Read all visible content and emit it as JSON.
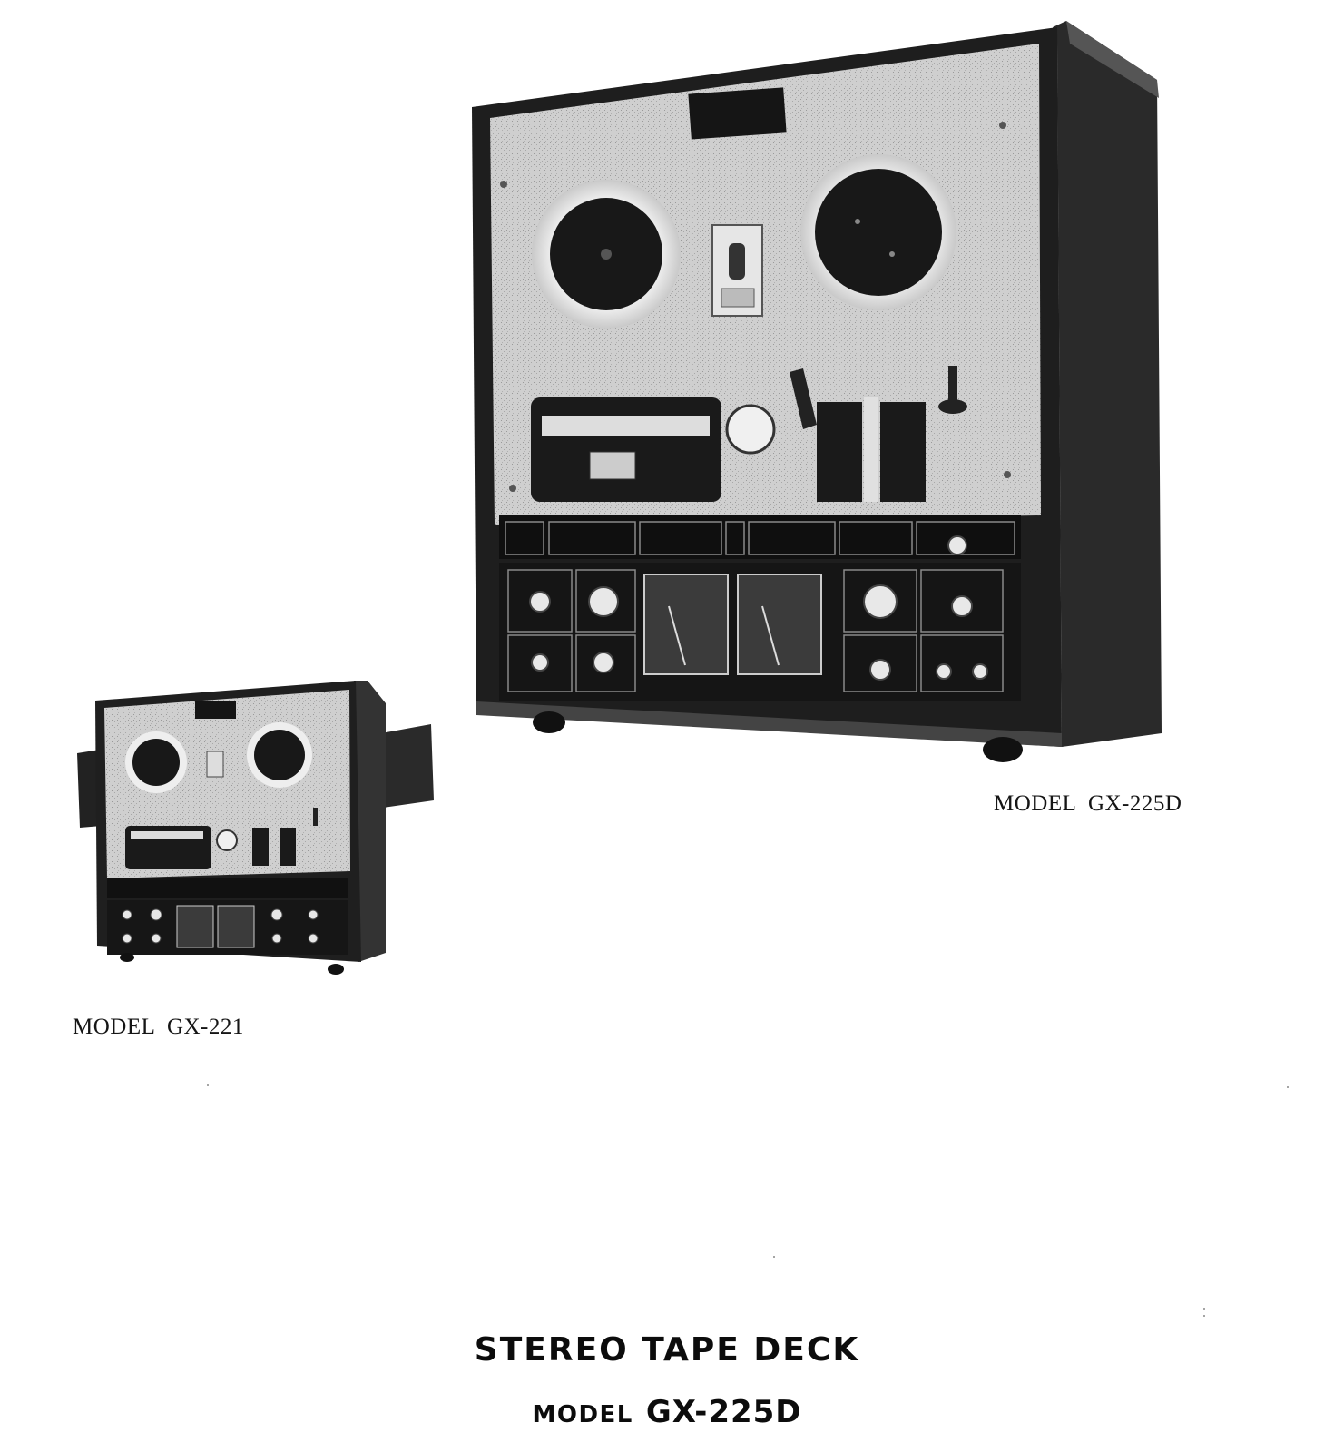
{
  "figures": {
    "large": {
      "caption": "MODEL  GX-225D"
    },
    "small": {
      "caption": "MODEL  GX-221"
    }
  },
  "title": "STEREO TAPE DECK",
  "subtitle": {
    "prefix": "MODEL",
    "model": "GX-225D"
  }
}
